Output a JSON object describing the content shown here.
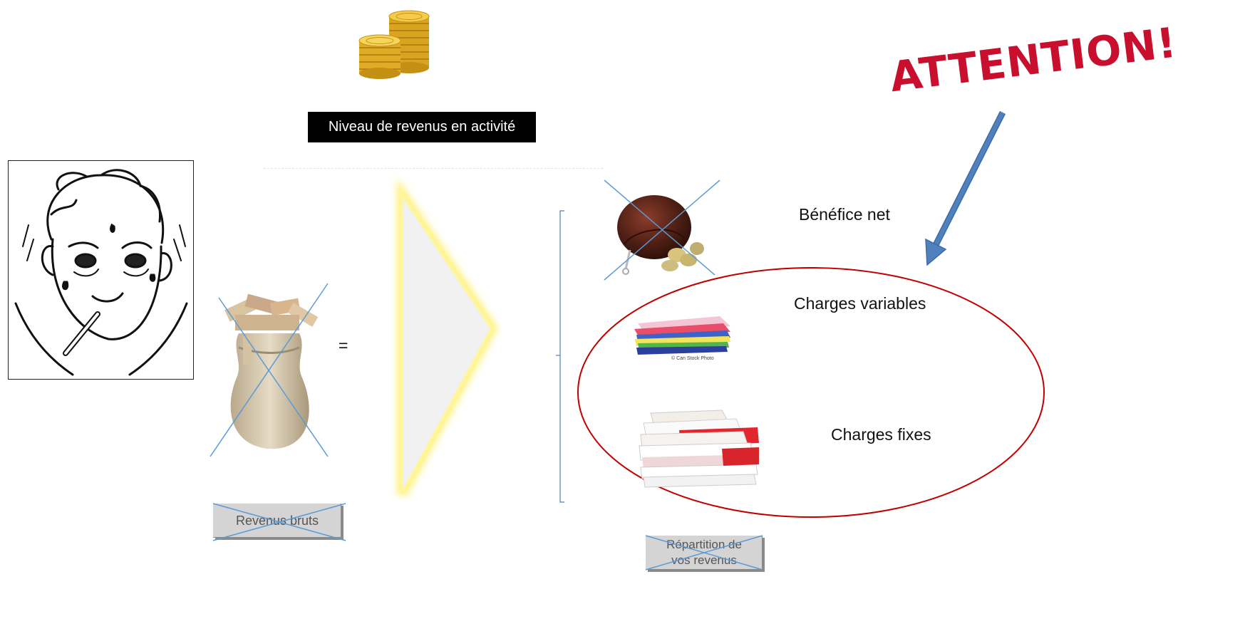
{
  "top": {
    "caption": "Niveau de revenus en activité",
    "coins_icon": "gold-coins-icon"
  },
  "left": {
    "sick_person_icon": "sick-person-with-thermometer-icon",
    "money_bag_icon": "money-bag-icon",
    "equals": "=",
    "revenue_box": "Revenus bruts"
  },
  "right": {
    "net_profit": "Bénéfice net",
    "variable_charges": "Charges variables",
    "fixed_charges": "Charges fixes",
    "distribution_line1": "Répartition de",
    "distribution_line2": "vos revenus",
    "coin_purse_icon": "coin-purse-icon",
    "bills_icon": "bills-stack-icon",
    "paper_pile_icon": "paper-pile-icon",
    "stock_caption": "© Can Stock Photo"
  },
  "attention": {
    "text": "ATTENTION!"
  },
  "colors": {
    "cross": "#5b9bd5",
    "ellipse": "#c00000",
    "arrow": "#4f81bd",
    "attention": "#c8102e",
    "triangle_glow": "#fff176"
  }
}
